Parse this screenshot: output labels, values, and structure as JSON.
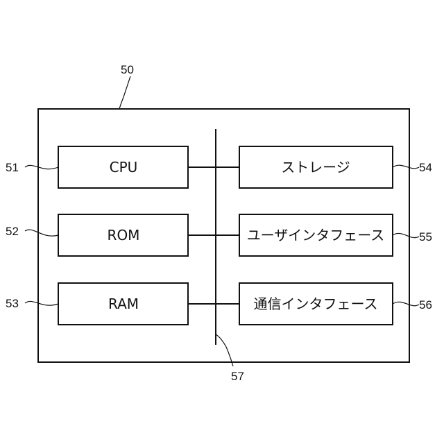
{
  "diagram": {
    "outer": {
      "ref": "50"
    },
    "bus": {
      "ref": "57"
    },
    "left_blocks": [
      {
        "id": "cpu",
        "label": "CPU",
        "ref": "51"
      },
      {
        "id": "rom",
        "label": "ROM",
        "ref": "52"
      },
      {
        "id": "ram",
        "label": "RAM",
        "ref": "53"
      }
    ],
    "right_blocks": [
      {
        "id": "storage",
        "label": "ストレージ",
        "ref": "54"
      },
      {
        "id": "user-interface",
        "label": "ユーザインタフェース",
        "ref": "55"
      },
      {
        "id": "comm-interface",
        "label": "通信インタフェース",
        "ref": "56"
      }
    ]
  }
}
